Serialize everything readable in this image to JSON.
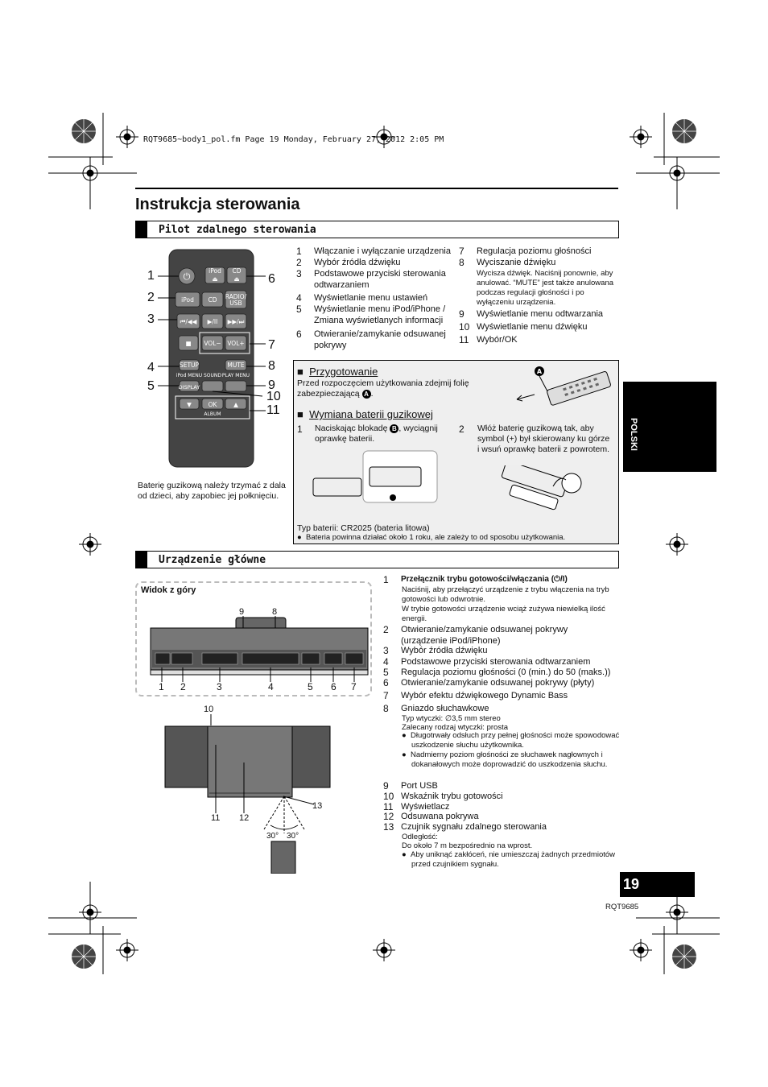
{
  "header": {
    "file_info": "RQT9685~body1_pol.fm  Page 19  Monday, February 27, 2012  2:05 PM"
  },
  "page_title": "Instrukcja sterowania",
  "section1": {
    "title": "Pilot zdalnego sterowania",
    "remote_buttons": {
      "ipod_cd_top": "iPod",
      "cd_top": "CD",
      "ipod": "iPod",
      "cd": "CD",
      "radio_usb": "RADIO/\nUSB",
      "vol_minus": "VOL−",
      "vol_plus": "VOL+",
      "setup": "SETUP",
      "mute": "MUTE",
      "ipod_menu": "iPod MENU",
      "display": "DISPLAY",
      "sound": "SOUND",
      "play_menu": "PLAY MENU",
      "ok": "OK",
      "album": "ALBUM"
    },
    "callouts_left": [
      "1",
      "2",
      "3",
      "4",
      "5"
    ],
    "callouts_right": [
      "6",
      "7",
      "8",
      "9",
      "10",
      "11"
    ],
    "items_col1": [
      {
        "n": "1",
        "t": "Włączanie i wyłączanie urządzenia"
      },
      {
        "n": "2",
        "t": "Wybór źródła dźwięku"
      },
      {
        "n": "3",
        "t": "Podstawowe przyciski sterowania odtwarzaniem"
      },
      {
        "n": "4",
        "t": "Wyświetlanie menu ustawień"
      },
      {
        "n": "5",
        "t": "Wyświetlanie menu iPod/iPhone / Zmiana wyświetlanych informacji"
      },
      {
        "n": "6",
        "t": "Otwieranie/zamykanie odsuwanej pokrywy"
      }
    ],
    "items_col2": [
      {
        "n": "7",
        "t": "Regulacja poziomu głośności"
      },
      {
        "n": "8",
        "t": "Wyciszanie dźwięku"
      },
      {
        "n": "9",
        "t": "Wyświetlanie menu odtwarzania"
      },
      {
        "n": "10",
        "t": "Wyświetlanie menu dźwięku"
      },
      {
        "n": "11",
        "t": "Wybór/OK"
      }
    ],
    "mute_note": "Wycisza dźwięk. Naciśnij ponownie, aby anulować. “MUTE” jest także anulowana podczas regulacji głośności i po wyłączeniu urządzenia.",
    "battery_warning": "Baterię guzikową należy trzymać z dala od dzieci, aby zapobiec jej połknięciu.",
    "prep_title": "Przygotowanie",
    "prep_text": "Przed rozpoczęciem użytkowania zdejmij folię zabezpieczającą",
    "prep_marker": "A",
    "battery_title": "Wymiana baterii guzikowej",
    "battery_step1_n": "1",
    "battery_step1": "Naciskając blokadę",
    "battery_step1_marker": "B",
    "battery_step1_rest": ", wyciągnij oprawkę baterii.",
    "battery_step2_n": "2",
    "battery_step2": "Włóż baterię guzikową tak, aby symbol (+) był skierowany ku górze i wsuń oprawkę baterii z powrotem.",
    "battery_type": "Typ baterii: CR2025 (bateria litowa)",
    "battery_life": "Bateria powinna działać około 1 roku, ale zależy to od sposobu użytkowania."
  },
  "section2": {
    "title": "Urządzenie główne",
    "top_view_label": "Widok z góry",
    "top_callouts": [
      "9",
      "8"
    ],
    "bottom_callouts": [
      "1",
      "2",
      "3",
      "4",
      "5",
      "6",
      "7"
    ],
    "front_callouts": {
      "c10": "10",
      "c11": "11",
      "c12": "12",
      "c13": "13"
    },
    "angle_left": "30°",
    "angle_right": "30°",
    "items": [
      {
        "n": "1",
        "t": "Przełącznik trybu gotowości/włączania (⏻/I)",
        "bold": true,
        "sub": "Naciśnij, aby przełączyć urządzenie z trybu włączenia na tryb gotowości lub odwrotnie.\nW trybie gotowości urządzenie wciąż zużywa niewielką ilość energii."
      },
      {
        "n": "2",
        "t": "Otwieranie/zamykanie odsuwanej pokrywy (urządzenie iPod/iPhone)"
      },
      {
        "n": "3",
        "t": "Wybór źródła dźwięku"
      },
      {
        "n": "4",
        "t": "Podstawowe przyciski sterowania odtwarzaniem"
      },
      {
        "n": "5",
        "t": "Regulacja poziomu głośności (0 (min.) do 50 (maks.))"
      },
      {
        "n": "6",
        "t": "Otwieranie/zamykanie odsuwanej pokrywy (płyty)"
      },
      {
        "n": "7",
        "t": "Wybór efektu dźwiękowego Dynamic Bass"
      },
      {
        "n": "8",
        "t": "Gniazdo słuchawkowe"
      },
      {
        "n": "9",
        "t": "Port USB"
      },
      {
        "n": "10",
        "t": "Wskaźnik trybu gotowości"
      },
      {
        "n": "11",
        "t": "Wyświetlacz"
      },
      {
        "n": "12",
        "t": "Odsuwana pokrywa"
      },
      {
        "n": "13",
        "t": "Czujnik sygnału zdalnego sterowania"
      }
    ],
    "headphone_plug": "Typ wtyczki: ∅3,5 mm stereo",
    "headphone_rec": "Zalecany rodzaj wtyczki: prosta",
    "headphone_b1": "Długotrwały odsłuch przy pełnej głośności może spowodować uszkodzenie słuchu użytkownika.",
    "headphone_b2": "Nadmierny poziom głośności ze słuchawek nagłownych i dokanałowych może doprowadzić do uszkodzenia słuchu.",
    "sensor_dist_label": "Odległość:",
    "sensor_dist": "Do około 7 m bezpośrednio na wprost.",
    "sensor_b1": "Aby uniknąć zakłóceń, nie umieszczaj żadnych przedmiotów przed czujnikiem sygnału."
  },
  "side_tab": "POLSKI",
  "page_number": "19",
  "doc_code": "RQT9685"
}
